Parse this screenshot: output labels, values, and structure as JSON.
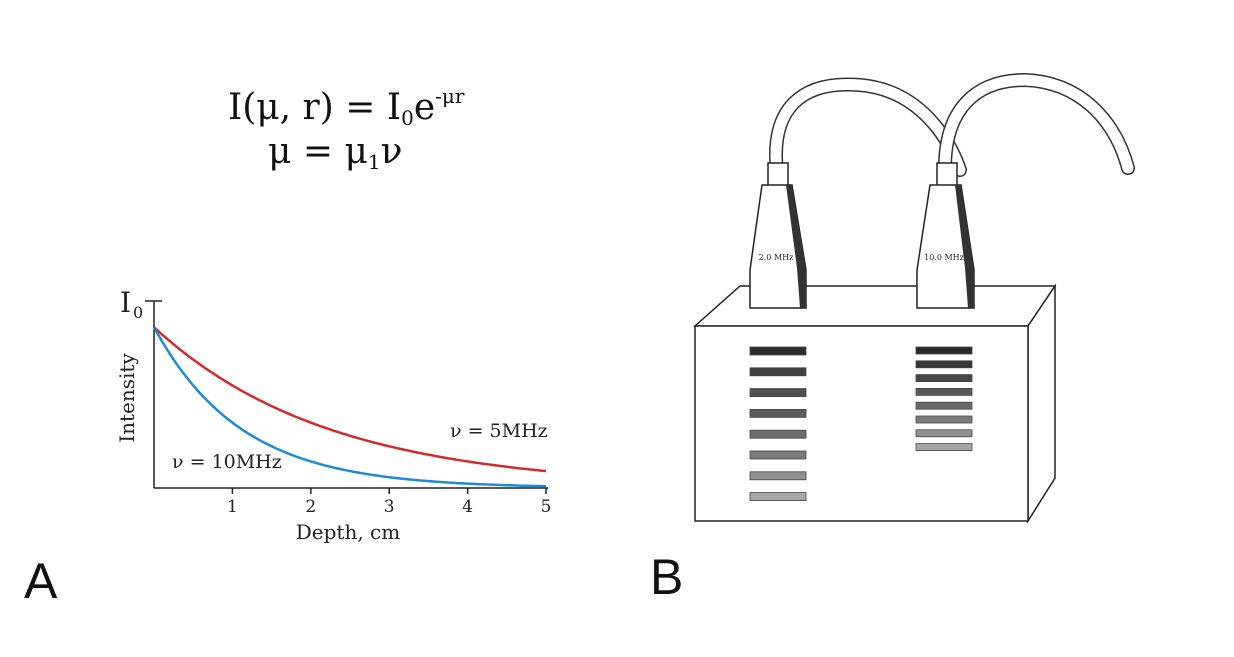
{
  "panel_a": {
    "label": "A",
    "equation_line1": {
      "prefix": "I(μ, r) = I",
      "sub": "0",
      "base": "e",
      "sup": "-μr"
    },
    "equation_line2": {
      "prefix": "μ = μ",
      "sub": "1",
      "suffix": "ν"
    }
  },
  "panel_b": {
    "label": "B",
    "probe_left_label": "2.0 MHz",
    "probe_right_label": "10.0 MHz",
    "bars_left": [
      0.12,
      0.22,
      0.3,
      0.36,
      0.44,
      0.52,
      0.62,
      0.74
    ],
    "bars_right": [
      0.1,
      0.18,
      0.26,
      0.34,
      0.42,
      0.52,
      0.62,
      0.72
    ]
  },
  "chart_data": {
    "type": "line",
    "xlabel": "Depth, cm",
    "ylabel": "Intensity",
    "y_tick_label_main": "I",
    "y_tick_label_sub": "0",
    "x_ticks": [
      1,
      2,
      3,
      4,
      5
    ],
    "xlim": [
      0,
      5
    ],
    "ylim": [
      0,
      1
    ],
    "grid": false,
    "series": [
      {
        "name": "ν = 5MHz",
        "color": "#d42a2a",
        "mu": 0.45,
        "asymptote": 0.0
      },
      {
        "name": "ν = 10MHz",
        "color": "#1e8ad6",
        "mu": 0.9,
        "asymptote": 0.0
      }
    ]
  }
}
